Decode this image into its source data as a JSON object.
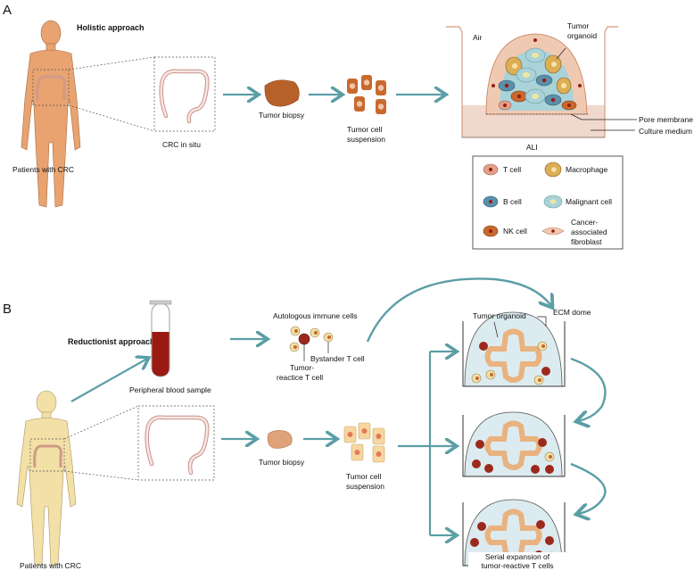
{
  "panel_a": {
    "letter": "A",
    "approach": "Holistic approach",
    "patients": "Patients with CRC",
    "crc_in_situ": "CRC in situ",
    "tumor_biopsy": "Tumor biopsy",
    "cell_suspension_1": "Tumor cell",
    "cell_suspension_2": "suspension",
    "air": "Air",
    "tumor_organoid_1": "Tumor",
    "tumor_organoid_2": "organoid",
    "pore_membrane": "Pore membrane",
    "culture_medium": "Culture medium",
    "ali": "ALI",
    "legend": {
      "t_cell": "T cell",
      "macrophage": "Macrophage",
      "b_cell": "B cell",
      "malignant_cell": "Malignant cell",
      "nk_cell": "NK cell",
      "caf_1": "Cancer-",
      "caf_2": "associated",
      "caf_3": "fibroblast"
    }
  },
  "panel_b": {
    "letter": "B",
    "approach": "Reductionist approach",
    "patients": "Patients with CRC",
    "peripheral_blood": "Peripheral blood sample",
    "autologous": "Autologous immune cells",
    "tumor_reactive_1": "Tumor-",
    "tumor_reactive_2": "reactice T cell",
    "bystander": "Bystander T cell",
    "tumor_biopsy": "Tumor biopsy",
    "cell_suspension_1": "Tumor cell",
    "cell_suspension_2": "suspension",
    "tumor_organoid": "Tumor organoid",
    "ecm_dome": "ECM dome",
    "serial_1": "Serial expansion of",
    "serial_2": "tumor-reactive T cells"
  },
  "colors": {
    "arrow": "#5b9ea6",
    "skin_a": "#e8a370",
    "skin_b": "#f2e0a6",
    "blood": "#9b1b12",
    "tissue": "#b8602a",
    "t_cell": "#e3a08c",
    "macrophage": "#dcae55",
    "b_cell": "#5b8faa",
    "malignant": "#a9d3d8",
    "nk_cell": "#c8692e",
    "caf": "#f0c9b2",
    "medium": "#f1d8cc",
    "dome": "#dcebf0"
  }
}
